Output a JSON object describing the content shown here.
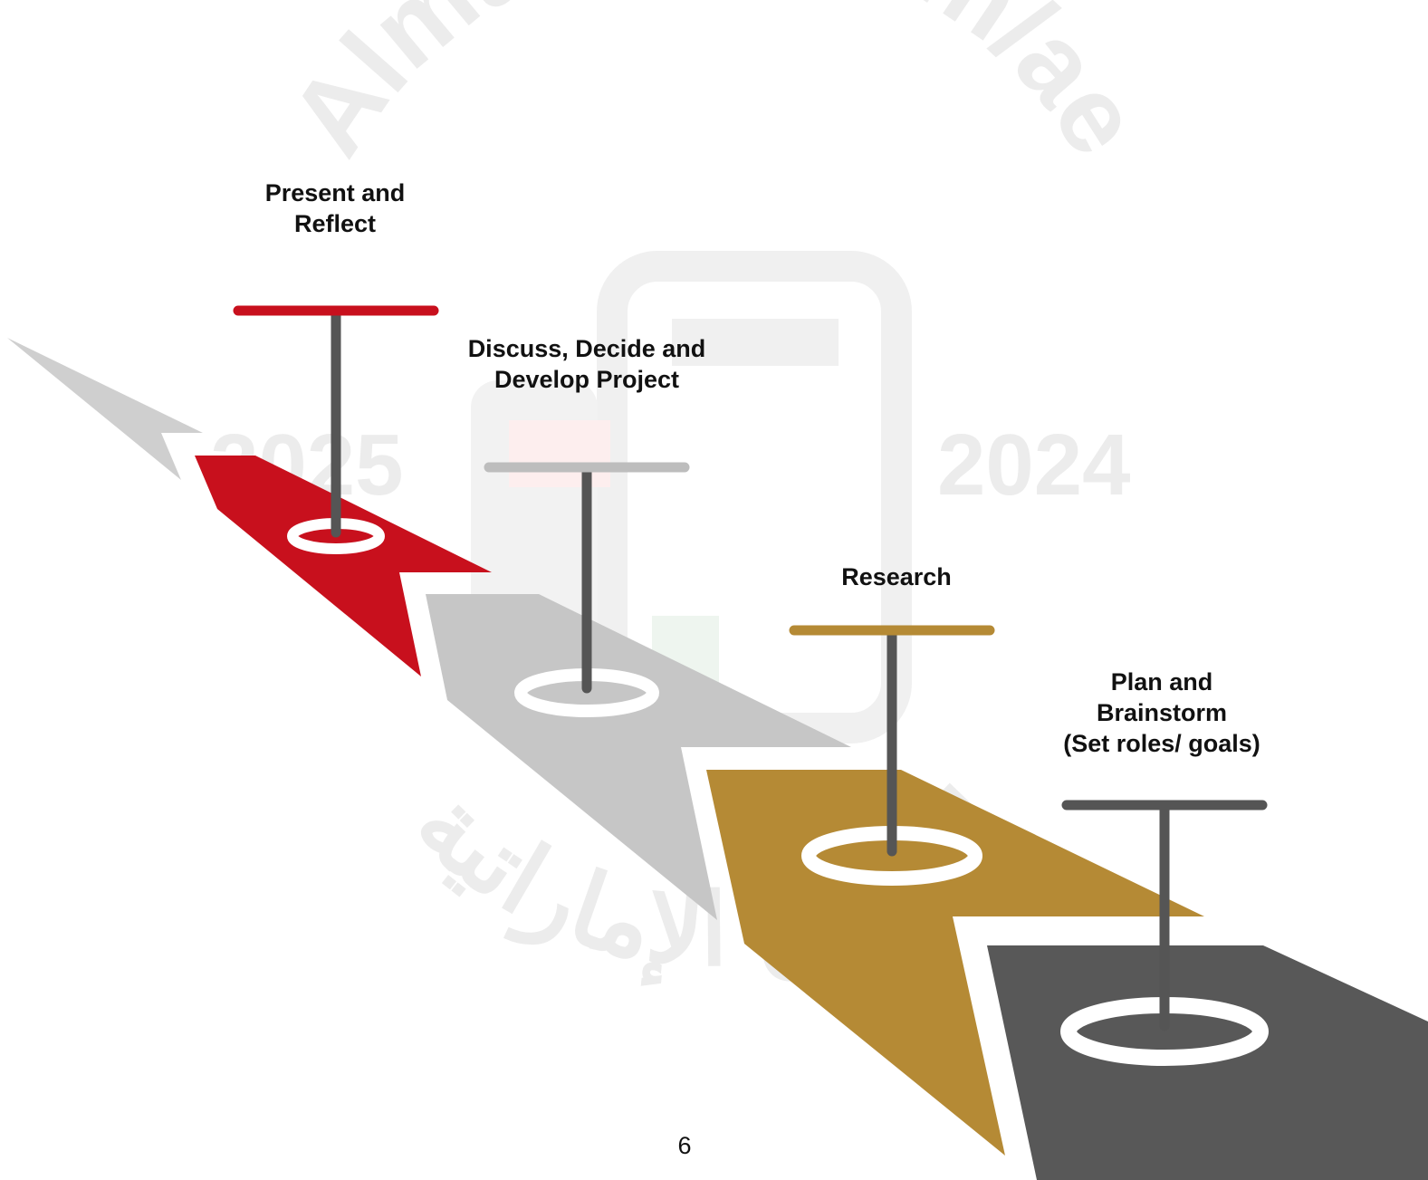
{
  "watermark": {
    "site": "Almanahj.com/ae",
    "year_left": "2025",
    "year_right": "2024",
    "arabic_text": "المناهج الإماراتية"
  },
  "steps": [
    {
      "id": "present",
      "lines": [
        "Present and",
        "Reflect"
      ],
      "color": "#c8101d"
    },
    {
      "id": "discuss",
      "lines": [
        "Discuss, Decide and",
        "Develop Project"
      ],
      "color": "#bdbdbd"
    },
    {
      "id": "research",
      "lines": [
        "Research"
      ],
      "color": "#b58a35"
    },
    {
      "id": "plan",
      "lines": [
        "Plan and",
        "Brainstorm",
        "(Set roles/ goals)"
      ],
      "color": "#555555"
    }
  ],
  "page_number": "6",
  "colors": {
    "pole": "#555555",
    "arrow_tail_gray": "#cfcfcf",
    "watermark": "#ececec"
  }
}
